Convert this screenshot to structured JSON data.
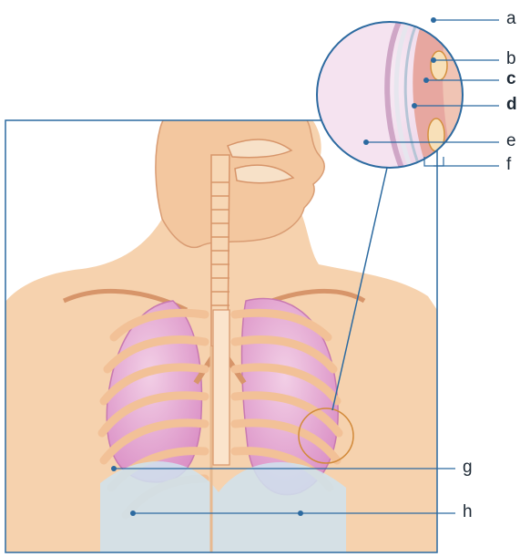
{
  "diagram": {
    "colors": {
      "leader_line": "#2a5a8a",
      "skin": "#f6d2ae",
      "skin_shadow": "#eeb88f",
      "lung": "#dc93c6",
      "rib": "#f3c39a",
      "diaphragm": "#cfe3ef",
      "zoom_circle": "#2c6aa0"
    },
    "labels": {
      "a": "a",
      "b": "b",
      "c": "c",
      "d": "d",
      "e": "e",
      "f": "f",
      "g": "g",
      "h": "h"
    }
  }
}
